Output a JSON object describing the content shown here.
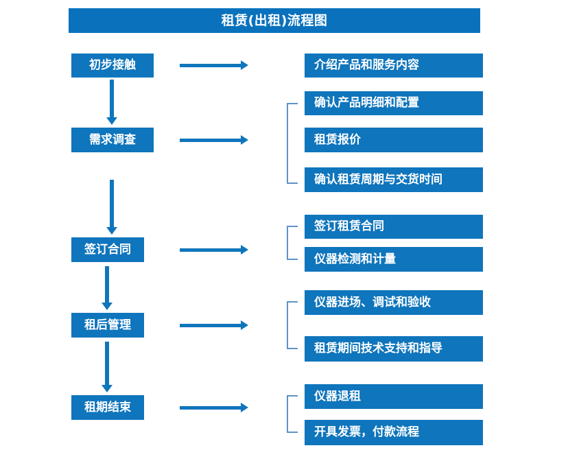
{
  "diagram": {
    "title": "租赁(出租)流程图",
    "accent_color": "#0f75bc",
    "title_bar_color": "#0a72bd",
    "bracket_color": "#5b93c6",
    "text_color": "#ffffff",
    "background_color": "#ffffff"
  },
  "stages": [
    {
      "label": "初步接触"
    },
    {
      "label": "需求调查"
    },
    {
      "label": "签订合同"
    },
    {
      "label": "租后管理"
    },
    {
      "label": "租期结束"
    }
  ],
  "details": [
    {
      "label": "介绍产品和服务内容"
    },
    {
      "label": "确认产品明细和配置"
    },
    {
      "label": "租赁报价"
    },
    {
      "label": "确认租赁周期与交货时间"
    },
    {
      "label": "签订租赁合同"
    },
    {
      "label": "仪器检测和计量"
    },
    {
      "label": "仪器进场、调试和验收"
    },
    {
      "label": "租赁期间技术支持和指导"
    },
    {
      "label": "仪器退租"
    },
    {
      "label": "开具发票，付款流程"
    }
  ],
  "groups": [
    {
      "stage": "需求调查",
      "detail_indexes": [
        1,
        2,
        3
      ]
    },
    {
      "stage": "签订合同",
      "detail_indexes": [
        4,
        5
      ]
    },
    {
      "stage": "租后管理",
      "detail_indexes": [
        6,
        7
      ]
    },
    {
      "stage": "租期结束",
      "detail_indexes": [
        8,
        9
      ]
    }
  ],
  "connectors": {
    "horizontal_arrow_count": 5,
    "vertical_arrow_count": 4
  }
}
